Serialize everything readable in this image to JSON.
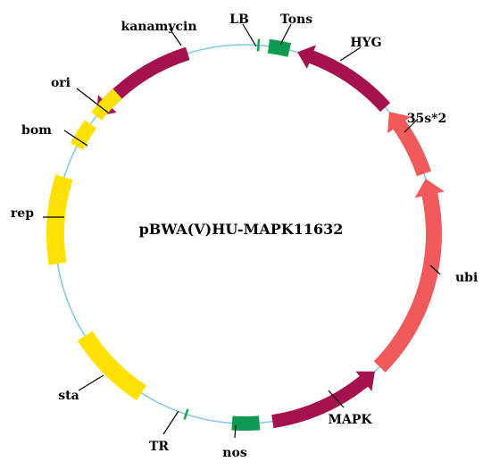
{
  "plasmid": {
    "name": "pBWA(V)HU-MAPK11632",
    "backbone_color": "#7ec8e3"
  },
  "features": [
    {
      "id": "kanamycin",
      "label": "kanamycin",
      "color": "#a5104e",
      "type": "arrow",
      "direction": "ccw"
    },
    {
      "id": "lb",
      "label": "LB",
      "color": "#1aa34a",
      "type": "tick"
    },
    {
      "id": "tons",
      "label": "Tons",
      "color": "#0f9a52",
      "type": "block"
    },
    {
      "id": "hyg",
      "label": "HYG",
      "color": "#a5104e",
      "type": "arrow",
      "direction": "ccw"
    },
    {
      "id": "p35s",
      "label": "35s*2",
      "color": "#f05a5a",
      "type": "arrow",
      "direction": "ccw"
    },
    {
      "id": "ubi",
      "label": "ubi",
      "color": "#f05a5a",
      "type": "arrow",
      "direction": "ccw"
    },
    {
      "id": "mapk",
      "label": "MAPK",
      "color": "#a5104e",
      "type": "arrow",
      "direction": "ccw"
    },
    {
      "id": "nos",
      "label": "nos",
      "color": "#0f9a52",
      "type": "block"
    },
    {
      "id": "tr",
      "label": "TR",
      "color": "#1aa34a",
      "type": "tick"
    },
    {
      "id": "sta",
      "label": "sta",
      "color": "#ffe100",
      "type": "block"
    },
    {
      "id": "rep",
      "label": "rep",
      "color": "#ffe100",
      "type": "block"
    },
    {
      "id": "bom",
      "label": "bom",
      "color": "#ffe100",
      "type": "block"
    },
    {
      "id": "ori",
      "label": "ori",
      "color": "#ffe100",
      "type": "block"
    }
  ]
}
